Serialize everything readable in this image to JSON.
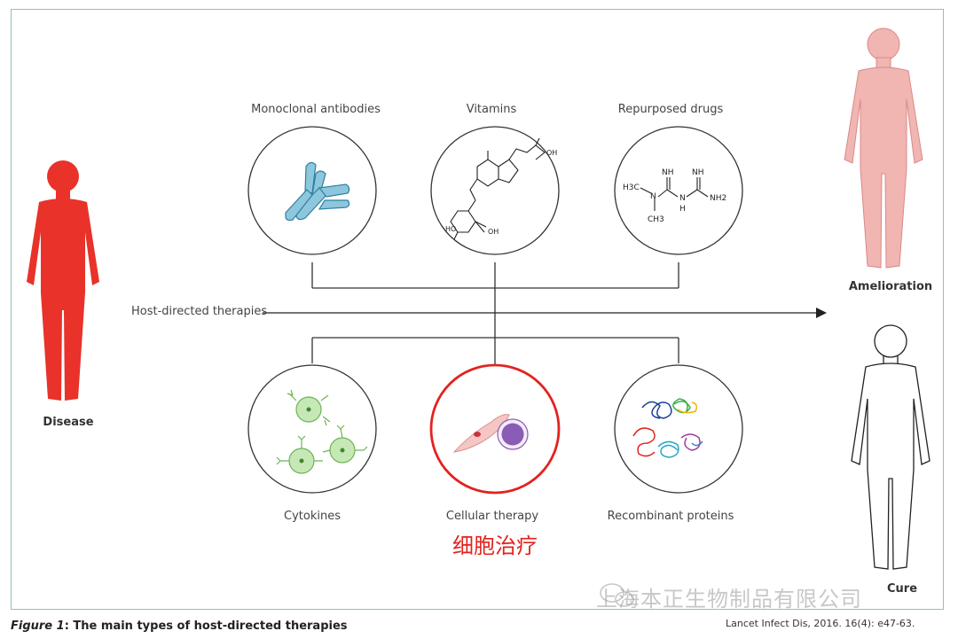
{
  "figure": {
    "caption_prefix": "Figure 1",
    "caption_title": ": The main types of host-directed therapies",
    "citation": "Lancet Infect Dis, 2016. 16(4): e47-63."
  },
  "left_figure": {
    "label": "Disease",
    "color": "#e8322a"
  },
  "right_figures": {
    "top_label": "Amelioration",
    "top_color": "#f1b5b2",
    "bottom_label": "Cure"
  },
  "flow": {
    "label": "Host-directed therapies"
  },
  "therapies_top": [
    {
      "label": "Monoclonal antibodies",
      "icon": "antibody-icon"
    },
    {
      "label": "Vitamins",
      "icon": "vitamin-d-structure-icon"
    },
    {
      "label": "Repurposed drugs",
      "icon": "metformin-structure-icon"
    }
  ],
  "therapies_bottom": [
    {
      "label": "Cytokines",
      "icon": "cytokine-cells-icon"
    },
    {
      "label": "Cellular therapy",
      "icon": "cells-icon",
      "highlight": "#e2231f"
    },
    {
      "label": "Recombinant proteins",
      "icon": "protein-ribbon-icon"
    }
  ],
  "chem_labels": {
    "vitamin": [
      "OH",
      "HO",
      "OH"
    ],
    "drug": [
      "NH",
      "NH",
      "H3C",
      "N",
      "N",
      "NH2",
      "H",
      "CH3"
    ]
  },
  "annotation": {
    "chinese_label": "细胞治疗"
  },
  "watermark": {
    "text": "上海本正生物制品有限公司"
  },
  "colors": {
    "frame": "#8fc3ae",
    "antibody": "#8dc7dd",
    "cytokine": "#c6e8b6",
    "cell_purple": "#8a5cb5"
  }
}
